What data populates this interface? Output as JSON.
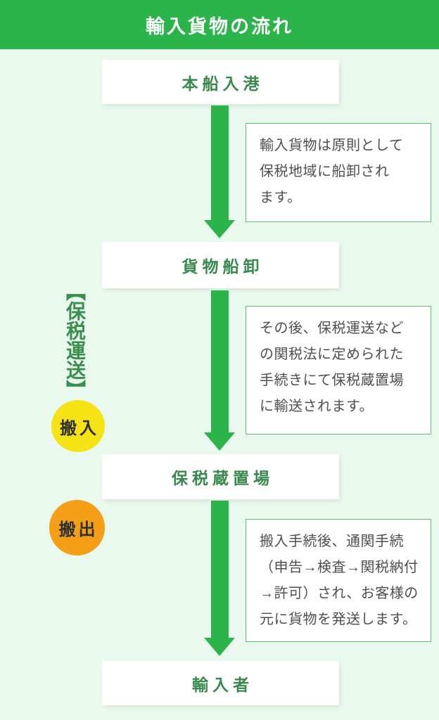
{
  "title": "輸入貨物の流れ",
  "steps": [
    {
      "label": "本船入港"
    },
    {
      "label": "貨物船卸"
    },
    {
      "label": "保税蔵置場"
    },
    {
      "label": "輸入者"
    }
  ],
  "notes": [
    {
      "lines": [
        "輸入貨物は原則として",
        "保税地域に船卸され",
        "ます。"
      ]
    },
    {
      "lines": [
        "その後、保税運送など",
        "の関税法に定められた",
        "手続きにて保税蔵置場",
        "に輸送されます。"
      ]
    },
    {
      "lines": [
        "搬入手続後、通関手続",
        "（申告→検査→関税納付",
        "→許可）され、お客様の",
        "元に貨物を発送します。"
      ]
    }
  ],
  "side_label": "【保税運送】",
  "badges": [
    {
      "label": "搬入",
      "color": "#f5e315"
    },
    {
      "label": "搬出",
      "color": "#f59e18"
    }
  ],
  "colors": {
    "header_green": "#2bb44a",
    "arrow_green": "#2bb44a",
    "background_light_green": "#e9f9ed",
    "step_text_green": "#38894e",
    "side_label_green": "#3a8f4e",
    "note_border_green": "#5cbf6a",
    "note_text_gray": "#4f4f4f",
    "carry_in_yellow": "#f5e315",
    "carry_out_orange": "#f59e18"
  }
}
